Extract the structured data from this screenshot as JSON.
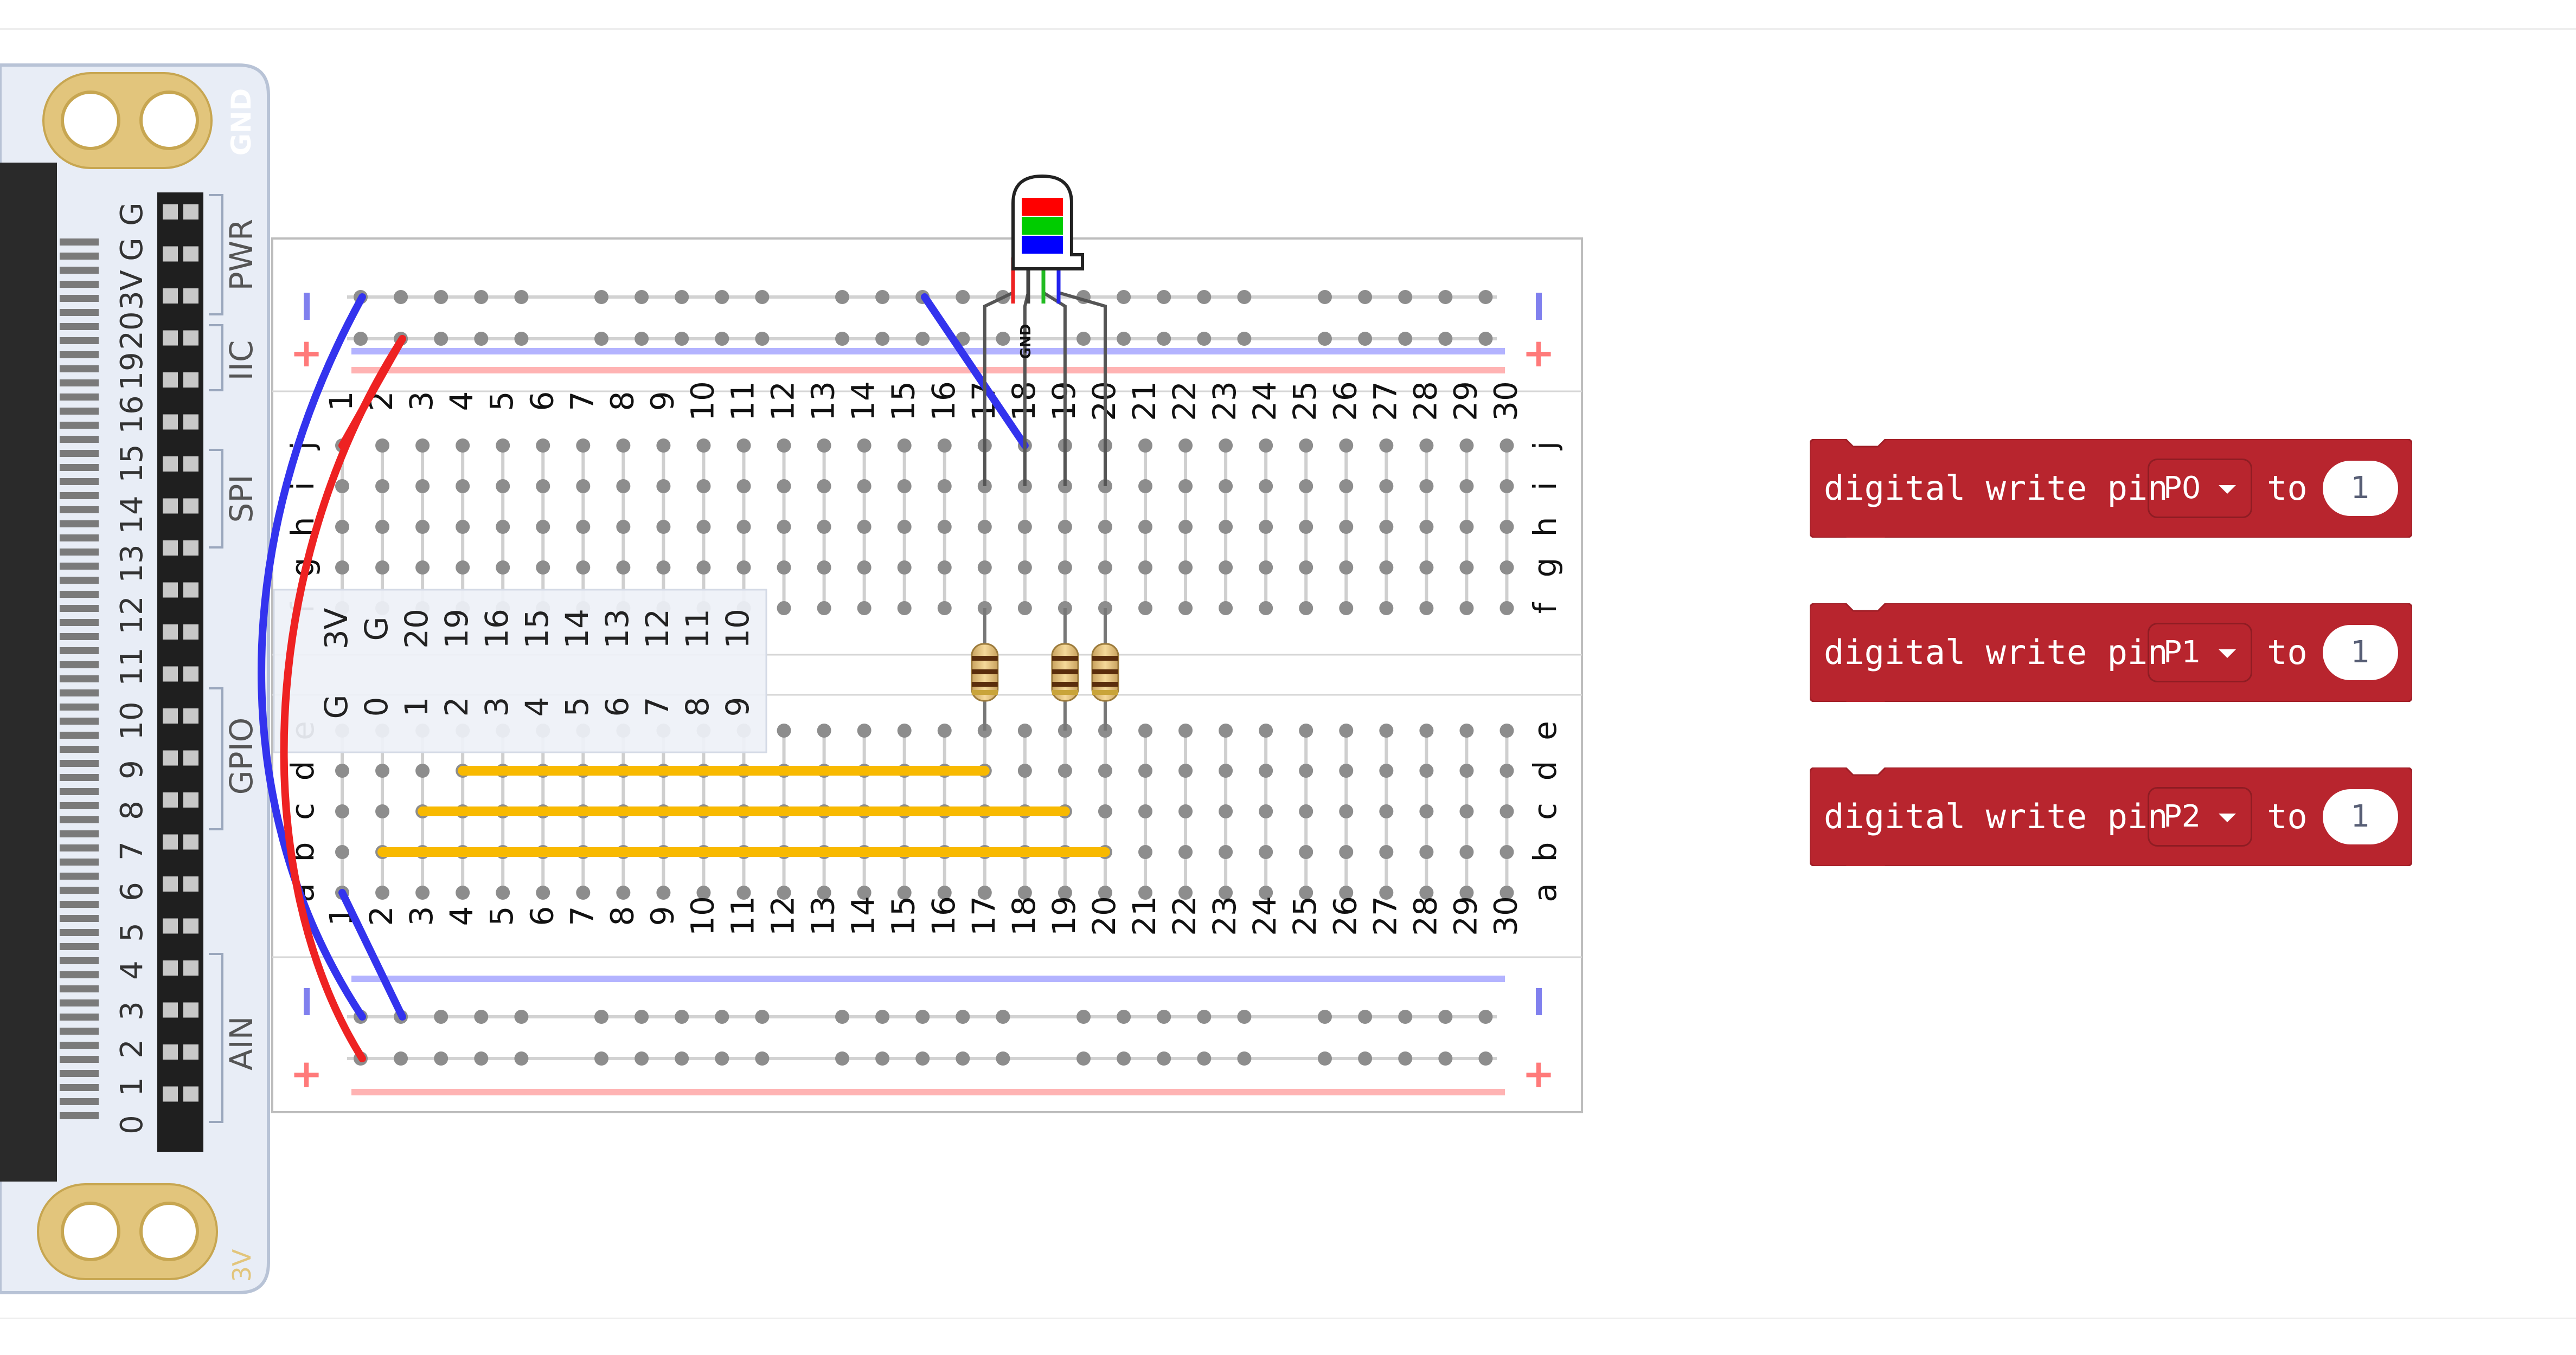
{
  "board": {
    "edge_labels": [
      "0",
      "1",
      "2",
      "3",
      "4",
      "5",
      "6",
      "7",
      "8",
      "9",
      "10",
      "11",
      "12",
      "13",
      "14",
      "15",
      "16",
      "19",
      "20",
      "3V",
      "G",
      "G"
    ],
    "sections": [
      "AIN",
      "GPIO",
      "SPI",
      "IIC",
      "PWR"
    ],
    "corner_labels": [
      "GND",
      "3V"
    ]
  },
  "breadboard": {
    "column_numbers": [
      "1",
      "2",
      "3",
      "4",
      "5",
      "6",
      "7",
      "8",
      "9",
      "10",
      "11",
      "12",
      "13",
      "14",
      "15",
      "16",
      "17",
      "18",
      "19",
      "20",
      "21",
      "22",
      "23",
      "24",
      "25",
      "26",
      "27",
      "28",
      "29",
      "30"
    ],
    "top_row_letters": [
      "j",
      "i",
      "h",
      "g",
      "f"
    ],
    "bottom_row_letters": [
      "e",
      "d",
      "c",
      "b",
      "a"
    ],
    "rail_minus": "-",
    "rail_plus": "+"
  },
  "pin_legend": {
    "top": [
      "3V",
      "G",
      "20",
      "19",
      "16",
      "15",
      "14",
      "13",
      "12",
      "11",
      "10"
    ],
    "bottom": [
      "G",
      "0",
      "1",
      "2",
      "3",
      "4",
      "5",
      "6",
      "7",
      "8",
      "9"
    ]
  },
  "led": {
    "ground_label": "GND",
    "colors": [
      "#ff0000",
      "#00cc00",
      "#0000ff"
    ]
  },
  "colors": {
    "wire_blue": "#3333ee",
    "wire_red": "#ee2222",
    "jumper_yellow": "#f8b900",
    "block_red": "#b8252e",
    "rail_blue": "#b3b3ff",
    "rail_red": "#ffb3b3"
  },
  "blocks": [
    {
      "label": "digital write pin",
      "pin": "P0",
      "connector": "to",
      "value": "1"
    },
    {
      "label": "digital write pin",
      "pin": "P1",
      "connector": "to",
      "value": "1"
    },
    {
      "label": "digital write pin",
      "pin": "P2",
      "connector": "to",
      "value": "1"
    }
  ]
}
